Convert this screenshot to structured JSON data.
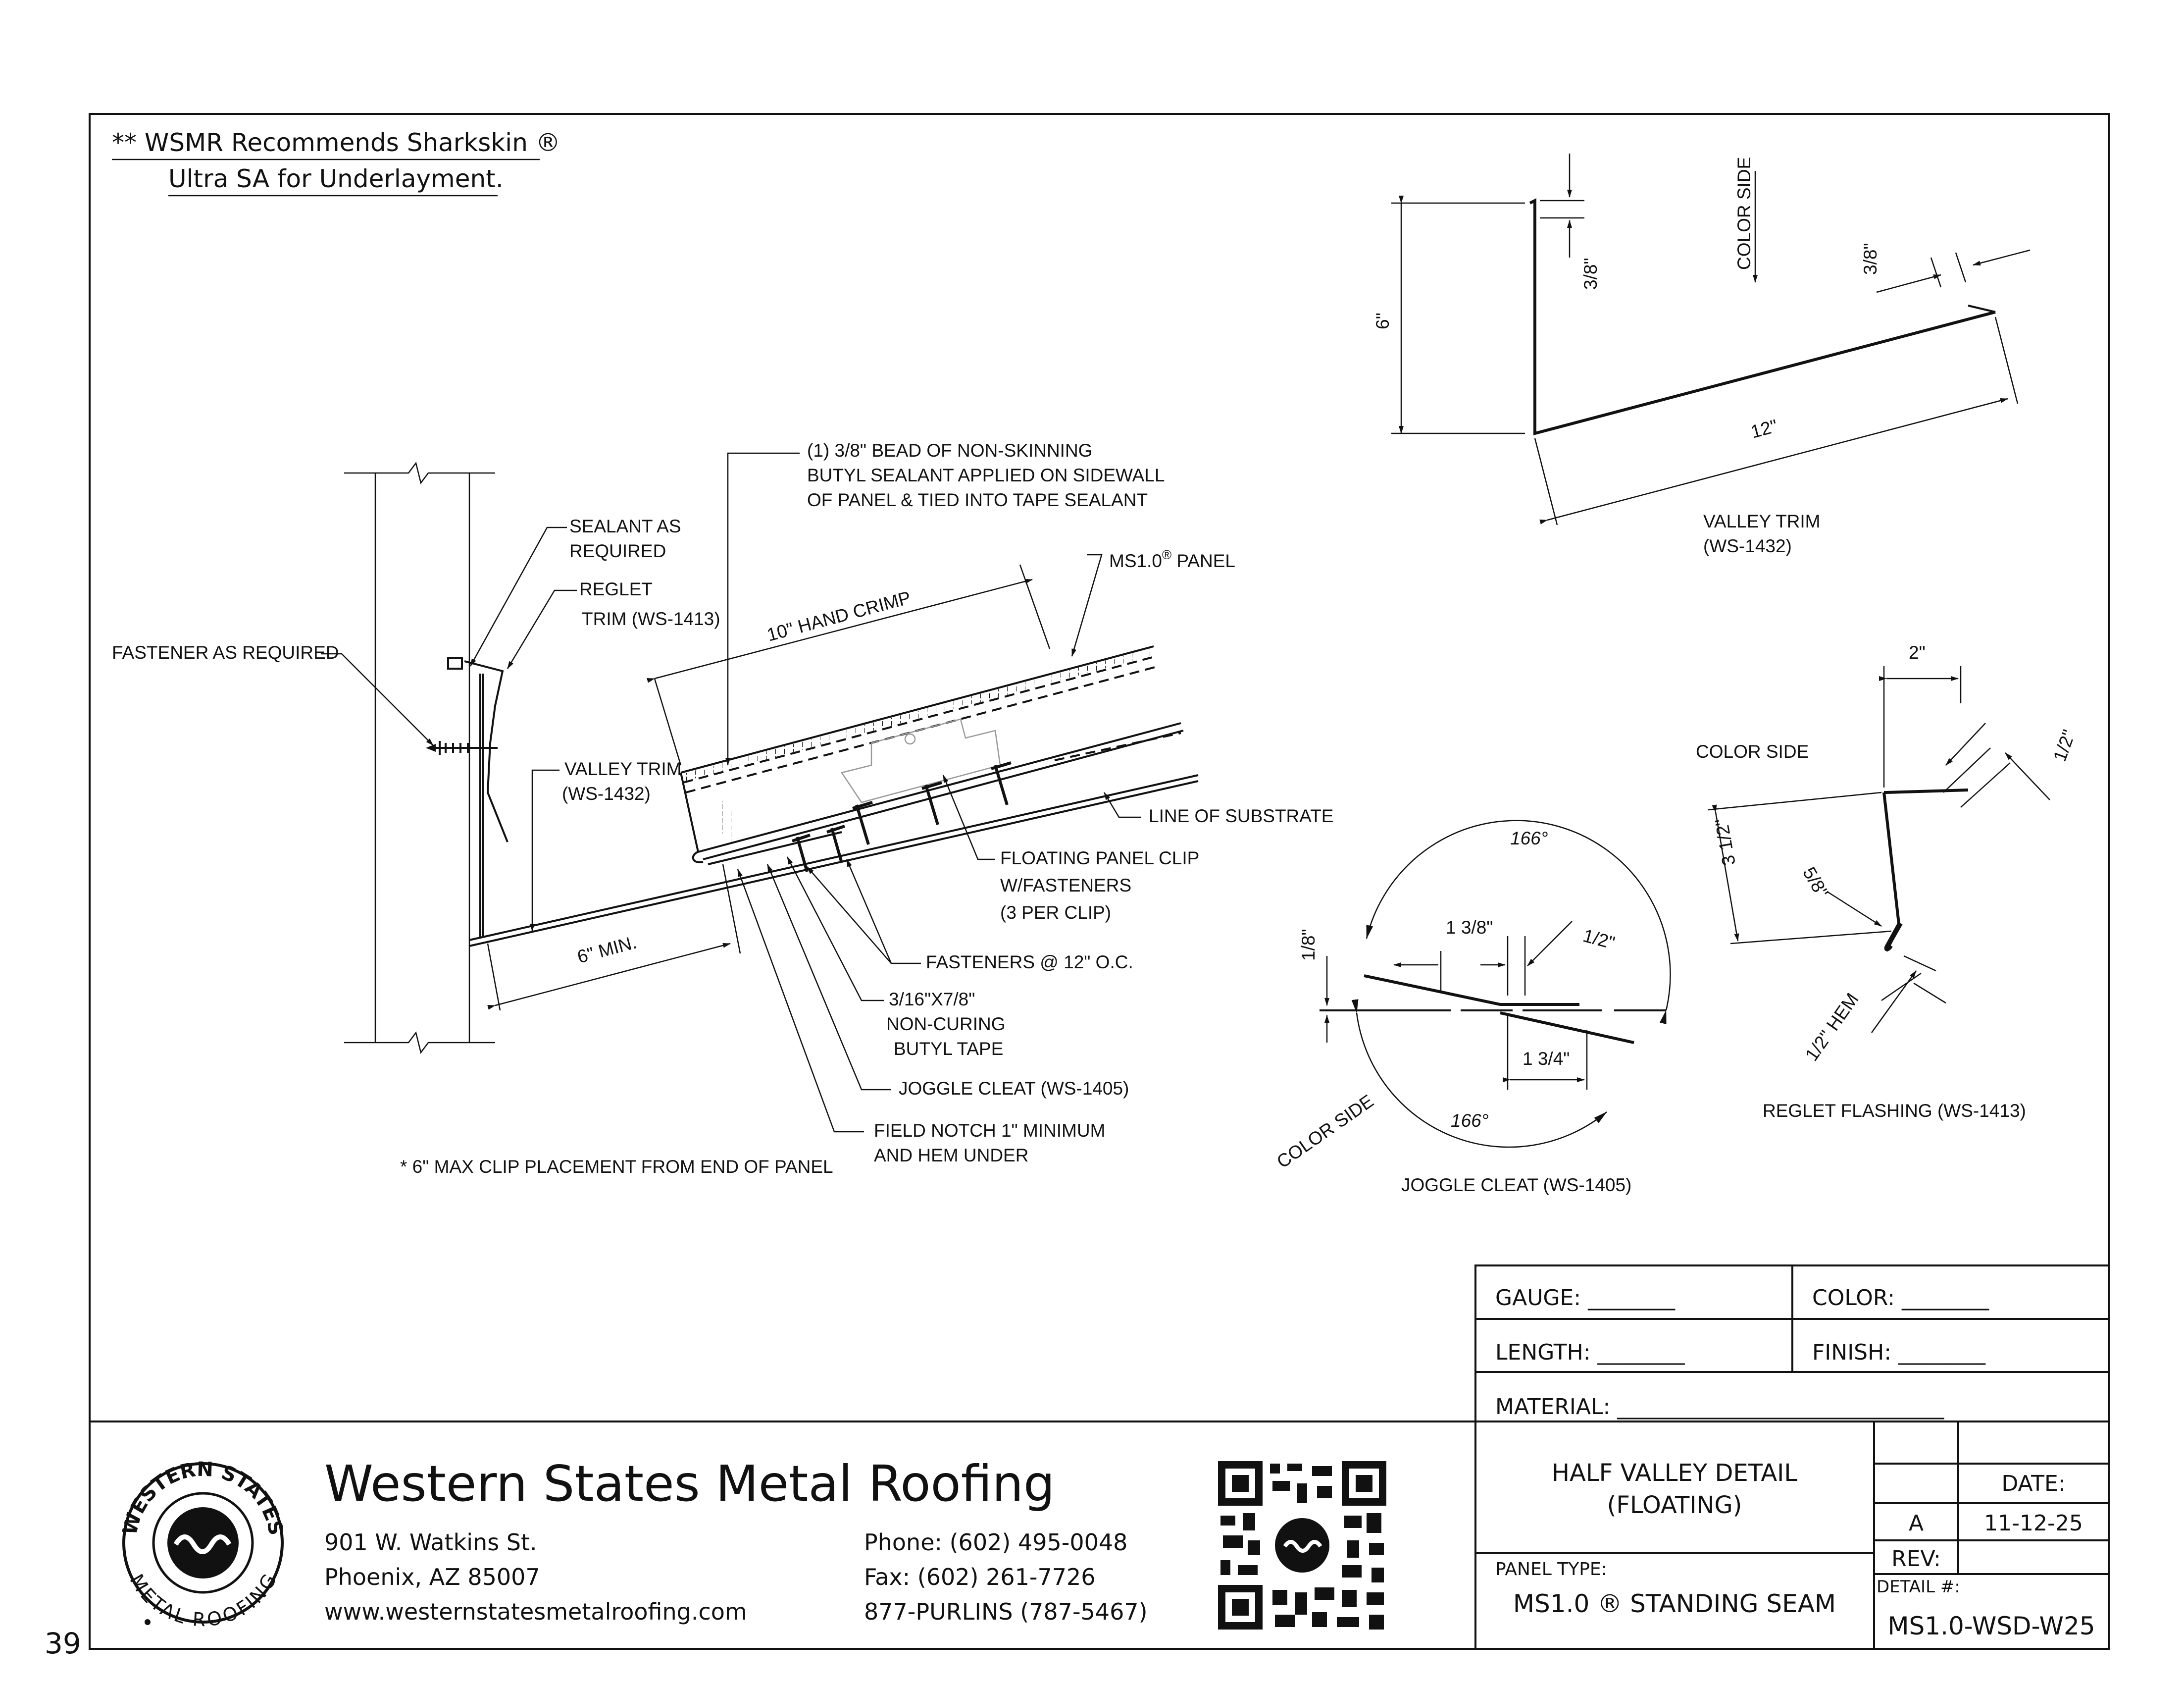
{
  "note": {
    "line1": "** WSMR Recommends Sharkskin ®",
    "line2": "Ultra SA for Underlayment."
  },
  "page_number": "39",
  "main_detail": {
    "bead_callout": [
      "(1) 3/8\" BEAD OF NON-SKINNING",
      "BUTYL SEALANT APPLIED ON SIDEWALL",
      "OF PANEL & TIED INTO TAPE SEALANT"
    ],
    "sealant": [
      "SEALANT AS",
      "REQUIRED"
    ],
    "reglet_trim": [
      "REGLET",
      "TRIM (WS-1413)"
    ],
    "fastener": "FASTENER AS REQUIRED",
    "valley_trim": [
      "VALLEY TRIM",
      "(WS-1432)"
    ],
    "hand_crimp": "10\" HAND CRIMP",
    "panel": "MS1.0",
    "panel_sup": "®",
    "panel_suffix": " PANEL",
    "substrate": "LINE OF SUBSTRATE",
    "clip": [
      "FLOATING PANEL CLIP",
      "W/FASTENERS",
      "(3 PER CLIP)"
    ],
    "fasteners_oc": "FASTENERS @ 12\" O.C.",
    "tape": [
      "3/16\"X7/8\"",
      "NON-CURING",
      "BUTYL TAPE"
    ],
    "joggle": "JOGGLE CLEAT (WS-1405)",
    "notch": [
      "FIELD NOTCH 1\" MINIMUM",
      "AND HEM UNDER"
    ],
    "min6": "6\" MIN.",
    "clip_note": "* 6\" MAX CLIP PLACEMENT FROM END OF PANEL"
  },
  "valley_trim_detail": {
    "color_side": "COLOR SIDE",
    "dim_6": "6\"",
    "dim_38a": "3/8\"",
    "dim_38b": "3/8\"",
    "dim_12": "12\"",
    "title": [
      "VALLEY TRIM",
      "(WS-1432)"
    ]
  },
  "reglet_detail": {
    "dim_2": "2\"",
    "color_side": "COLOR SIDE",
    "dim_12": "1/2\"",
    "dim_312": "3 1/2\"",
    "dim_58": "5/8\"",
    "hem": "1/2\" HEM",
    "title": "REGLET FLASHING (WS-1413)"
  },
  "joggle_detail": {
    "angle_top": "166°",
    "angle_bottom": "166°",
    "dim_138": "1 3/8\"",
    "dim_12": "1/2\"",
    "dim_18": "1/8\"",
    "dim_134": "1 3/4\"",
    "color_side": "COLOR SIDE",
    "title": "JOGGLE CLEAT (WS-1405)"
  },
  "spec_box": {
    "gauge": "GAUGE: ________",
    "color": "COLOR: ________",
    "length": "LENGTH: ________",
    "finish": "FINISH: ________",
    "material": "MATERIAL: ______________________________"
  },
  "company": {
    "name": "Western States Metal Roofing",
    "address1": "901 W. Watkins St.",
    "address2": "Phoenix, AZ 85007",
    "web": "www.westernstatesmetalroofing.com",
    "phone": "Phone: (602) 495-0048",
    "fax": "Fax: (602) 261-7726",
    "purlins": "877-PURLINS (787-5467)",
    "logo_top": "WESTERN STATES",
    "logo_bottom": "METAL ROOFING"
  },
  "title_block": {
    "title1": "HALF VALLEY DETAIL",
    "title2": "(FLOATING)",
    "panel_type_label": "PANEL TYPE:",
    "panel_type": "MS1.0 ® STANDING SEAM",
    "date_label": "DATE:",
    "rev_letter": "A",
    "date": "11-12-25",
    "rev_label": "REV:",
    "detail_label": "DETAIL #:",
    "detail": "MS1.0-WSD-W25"
  }
}
